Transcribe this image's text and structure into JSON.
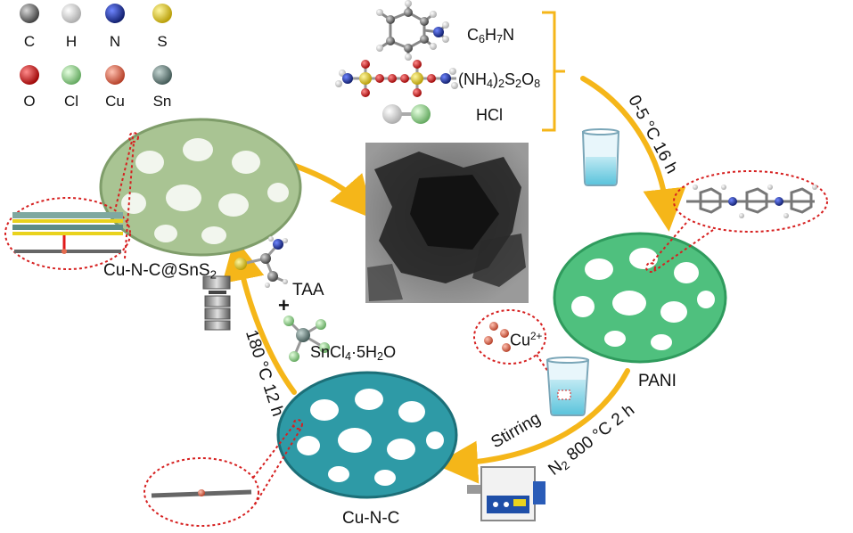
{
  "legend": [
    {
      "symbol": "C",
      "color": "#6e6e6e"
    },
    {
      "symbol": "H",
      "color": "#f2f2f2"
    },
    {
      "symbol": "N",
      "color": "#1c2f9c"
    },
    {
      "symbol": "S",
      "color": "#e9d21d"
    },
    {
      "symbol": "O",
      "color": "#e01a1a"
    },
    {
      "symbol": "Cl",
      "color": "#9fd99a"
    },
    {
      "symbol": "Cu",
      "color": "#e56a4e"
    },
    {
      "symbol": "Sn",
      "color": "#6f8a86"
    }
  ],
  "reagents": {
    "aniline_main": "C",
    "aniline_sub1": "6",
    "aniline_mid": "H",
    "aniline_sub2": "7",
    "aniline_end": "N",
    "aps_a": "(NH",
    "aps_s1": "4",
    "aps_b": ")",
    "aps_s2": "2",
    "aps_c": "S",
    "aps_s3": "2",
    "aps_d": "O",
    "aps_s4": "8",
    "hcl": "HCl"
  },
  "conditions": {
    "polymerization": "0-5 °C 16 h",
    "n2_a": "N",
    "n2_sub": "2",
    "n2_b": " 800 °C 2 h",
    "stirring": "Stirring",
    "hydrothermal": "180 °C 12 h"
  },
  "ions": {
    "cu_main": "Cu",
    "cu_sup": "2+"
  },
  "products": {
    "pani": "PANI",
    "cunc": "Cu-N-C",
    "final_a": "Cu-N-C@SnS",
    "final_sub": "2"
  },
  "sulfur_sources": {
    "taa": "TAA",
    "plus": "+",
    "sncl_a": "SnCl",
    "sncl_sub": "4",
    "sncl_b": "·5H",
    "sncl_sub2": "2",
    "sncl_c": "O"
  },
  "colors": {
    "arrow": "#f5b619",
    "pani": "#4fc07e",
    "cunc": "#2e9aa6",
    "snsc": "#9cba86",
    "callout": "#d62020"
  }
}
